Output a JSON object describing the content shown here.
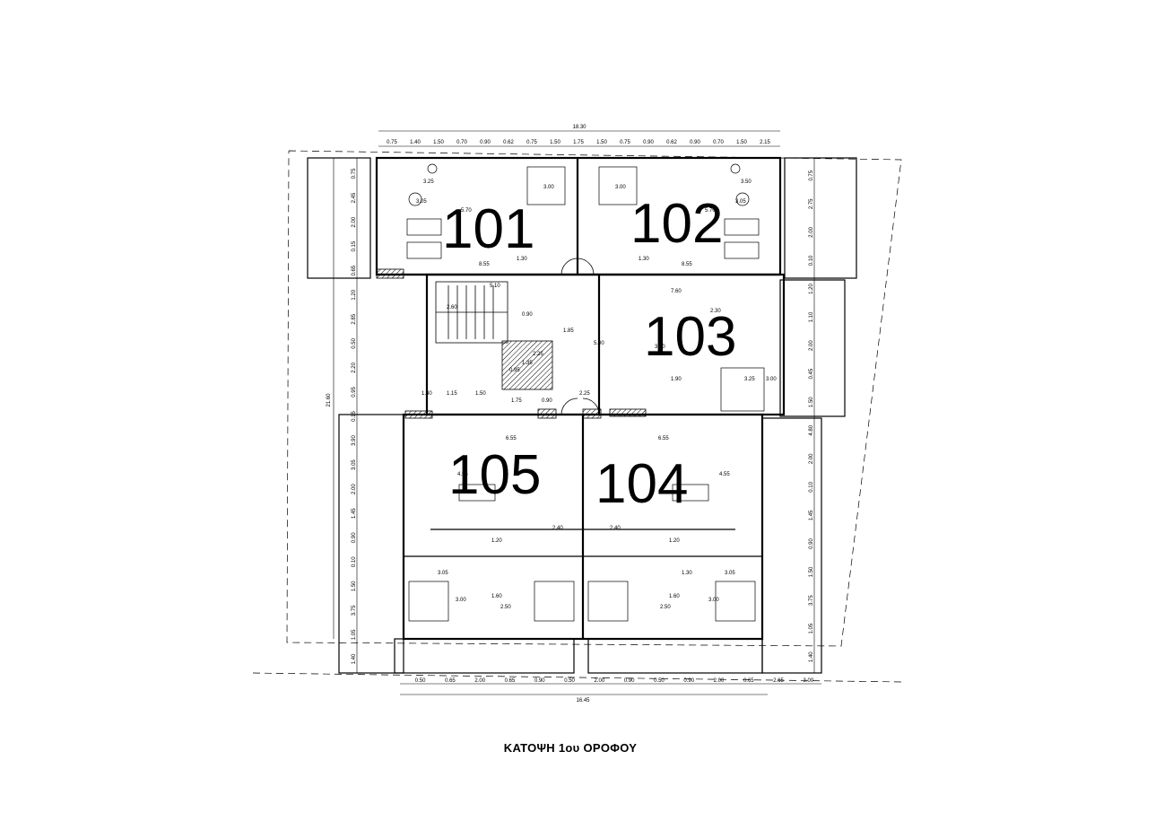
{
  "caption": "ΚΑΤΟΨΗ 1ου ΟΡΟΦΟΥ",
  "units": [
    "101",
    "102",
    "103",
    "104",
    "105"
  ],
  "overall_dims": {
    "top": "18.30",
    "bottom": "16.45",
    "left": "21.60"
  },
  "top_dims": [
    "0.75",
    "1.40",
    "1.50",
    "0.70",
    "0.90",
    "0.62",
    "0.75",
    "1.50",
    "1.75",
    "1.50",
    "0.75",
    "0.90",
    "0.62",
    "0.90",
    "0.70",
    "1.50",
    "2.15"
  ],
  "bottom_dims": [
    "0.50",
    "0.65",
    "2.00",
    "0.65",
    "0.90",
    "0.50",
    "2.00",
    "0.90",
    "0.50",
    "0.90",
    "2.00",
    "0.65",
    "2.65",
    "3.00"
  ],
  "left_dims": [
    "0.75",
    "2.45",
    "2.00",
    "0.15",
    "0.65",
    "1.20",
    "2.85",
    "0.50",
    "2.20",
    "0.95",
    "0.15",
    "3.90",
    "3.05",
    "2.00",
    "1.45",
    "0.90",
    "0.10",
    "1.50",
    "3.75",
    "1.05",
    "1.40"
  ],
  "right_dims": [
    "0.75",
    "2.75",
    "2.00",
    "0.10",
    "1.20",
    "1.10",
    "2.00",
    "0.45",
    "1.50",
    "4.80",
    "2.00",
    "0.10",
    "1.45",
    "0.90",
    "1.50",
    "3.75",
    "1.05",
    "1.40"
  ],
  "room_dims": [
    "3.25",
    "3.50",
    "5.70",
    "5.70",
    "3.00",
    "3.00",
    "8.55",
    "8.55",
    "1.30",
    "1.30",
    "3.05",
    "3.05",
    "5.10",
    "2.60",
    "0.90",
    "1.35",
    "2.25",
    "1.30",
    "1.15",
    "1.50",
    "1.75",
    "0.90",
    "2.25",
    "7.60",
    "2.30",
    "3.60",
    "5.00",
    "1.90",
    "3.25",
    "3.00",
    "6.55",
    "6.55",
    "2.40",
    "2.40",
    "1.20",
    "1.20",
    "3.05",
    "3.05",
    "1.60",
    "1.60",
    "2.50",
    "2.50",
    "3.00",
    "3.00",
    "4.55",
    "4.55",
    "0.95",
    "1.85",
    "1.30"
  ]
}
